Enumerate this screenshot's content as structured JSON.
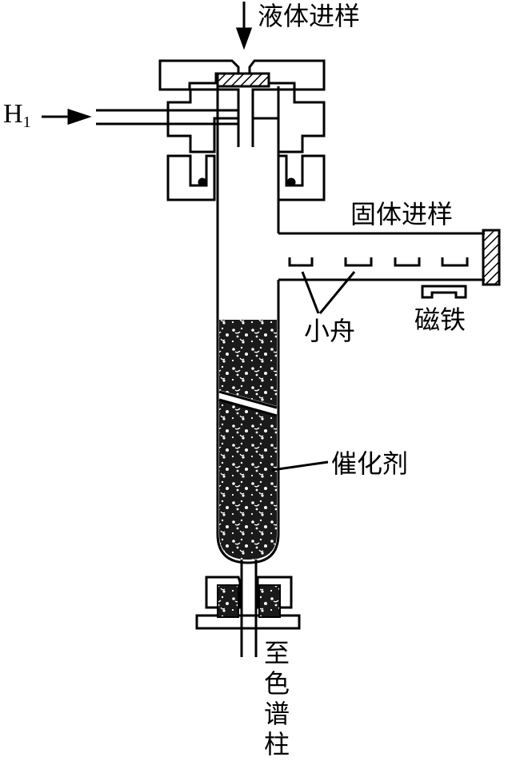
{
  "labels": {
    "liquid_injection": "液体进样",
    "h1_main": "H",
    "h1_sub": "1",
    "solid_injection": "固体进样",
    "boats": "小舟",
    "magnet": "磁铁",
    "catalyst": "催化剂",
    "to_column": "至色谱柱"
  },
  "colors": {
    "line": "#000000",
    "background": "#ffffff",
    "catalyst_fill": "#1a1a1a"
  }
}
